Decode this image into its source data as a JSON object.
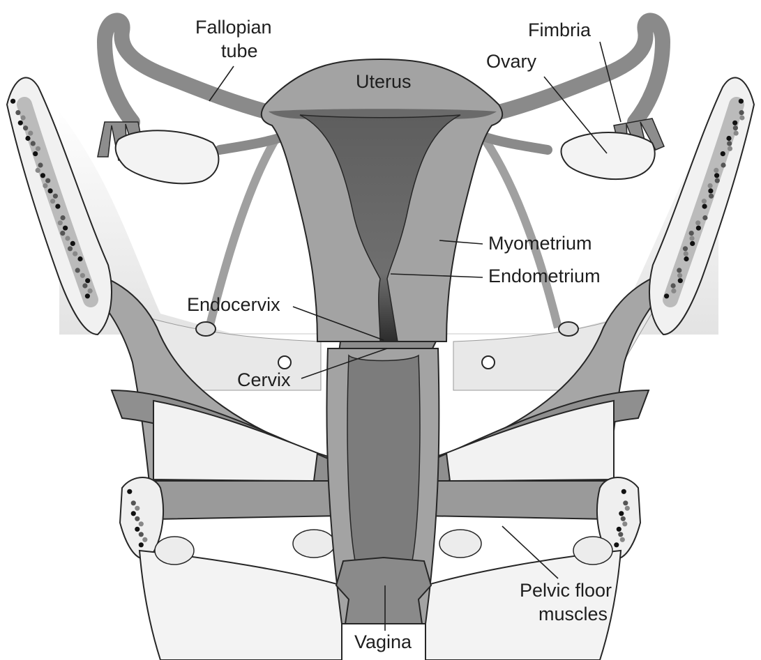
{
  "diagram": {
    "labels": {
      "fallopian_tube_line1": "Fallopian",
      "fallopian_tube_line2": "tube",
      "uterus": "Uterus",
      "fimbria": "Fimbria",
      "ovary": "Ovary",
      "myometrium": "Myometrium",
      "endometrium": "Endometrium",
      "endocervix": "Endocervix",
      "cervix": "Cervix",
      "pelvic_floor_line1": "Pelvic floor",
      "pelvic_floor_line2": "muscles",
      "vagina": "Vagina"
    },
    "colors": {
      "background": "#ffffff",
      "cavity_shade": "#e9e9e9",
      "muscle": "#9c9c9c",
      "muscle_light": "#b4b4b4",
      "uterine_wall": "#a3a3a3",
      "endometrium": "#6e6e6e",
      "vagina": "#7c7c7c",
      "ovary": "#f2f2f2",
      "bone": "#f4f4f4",
      "outline": "#262626"
    }
  }
}
